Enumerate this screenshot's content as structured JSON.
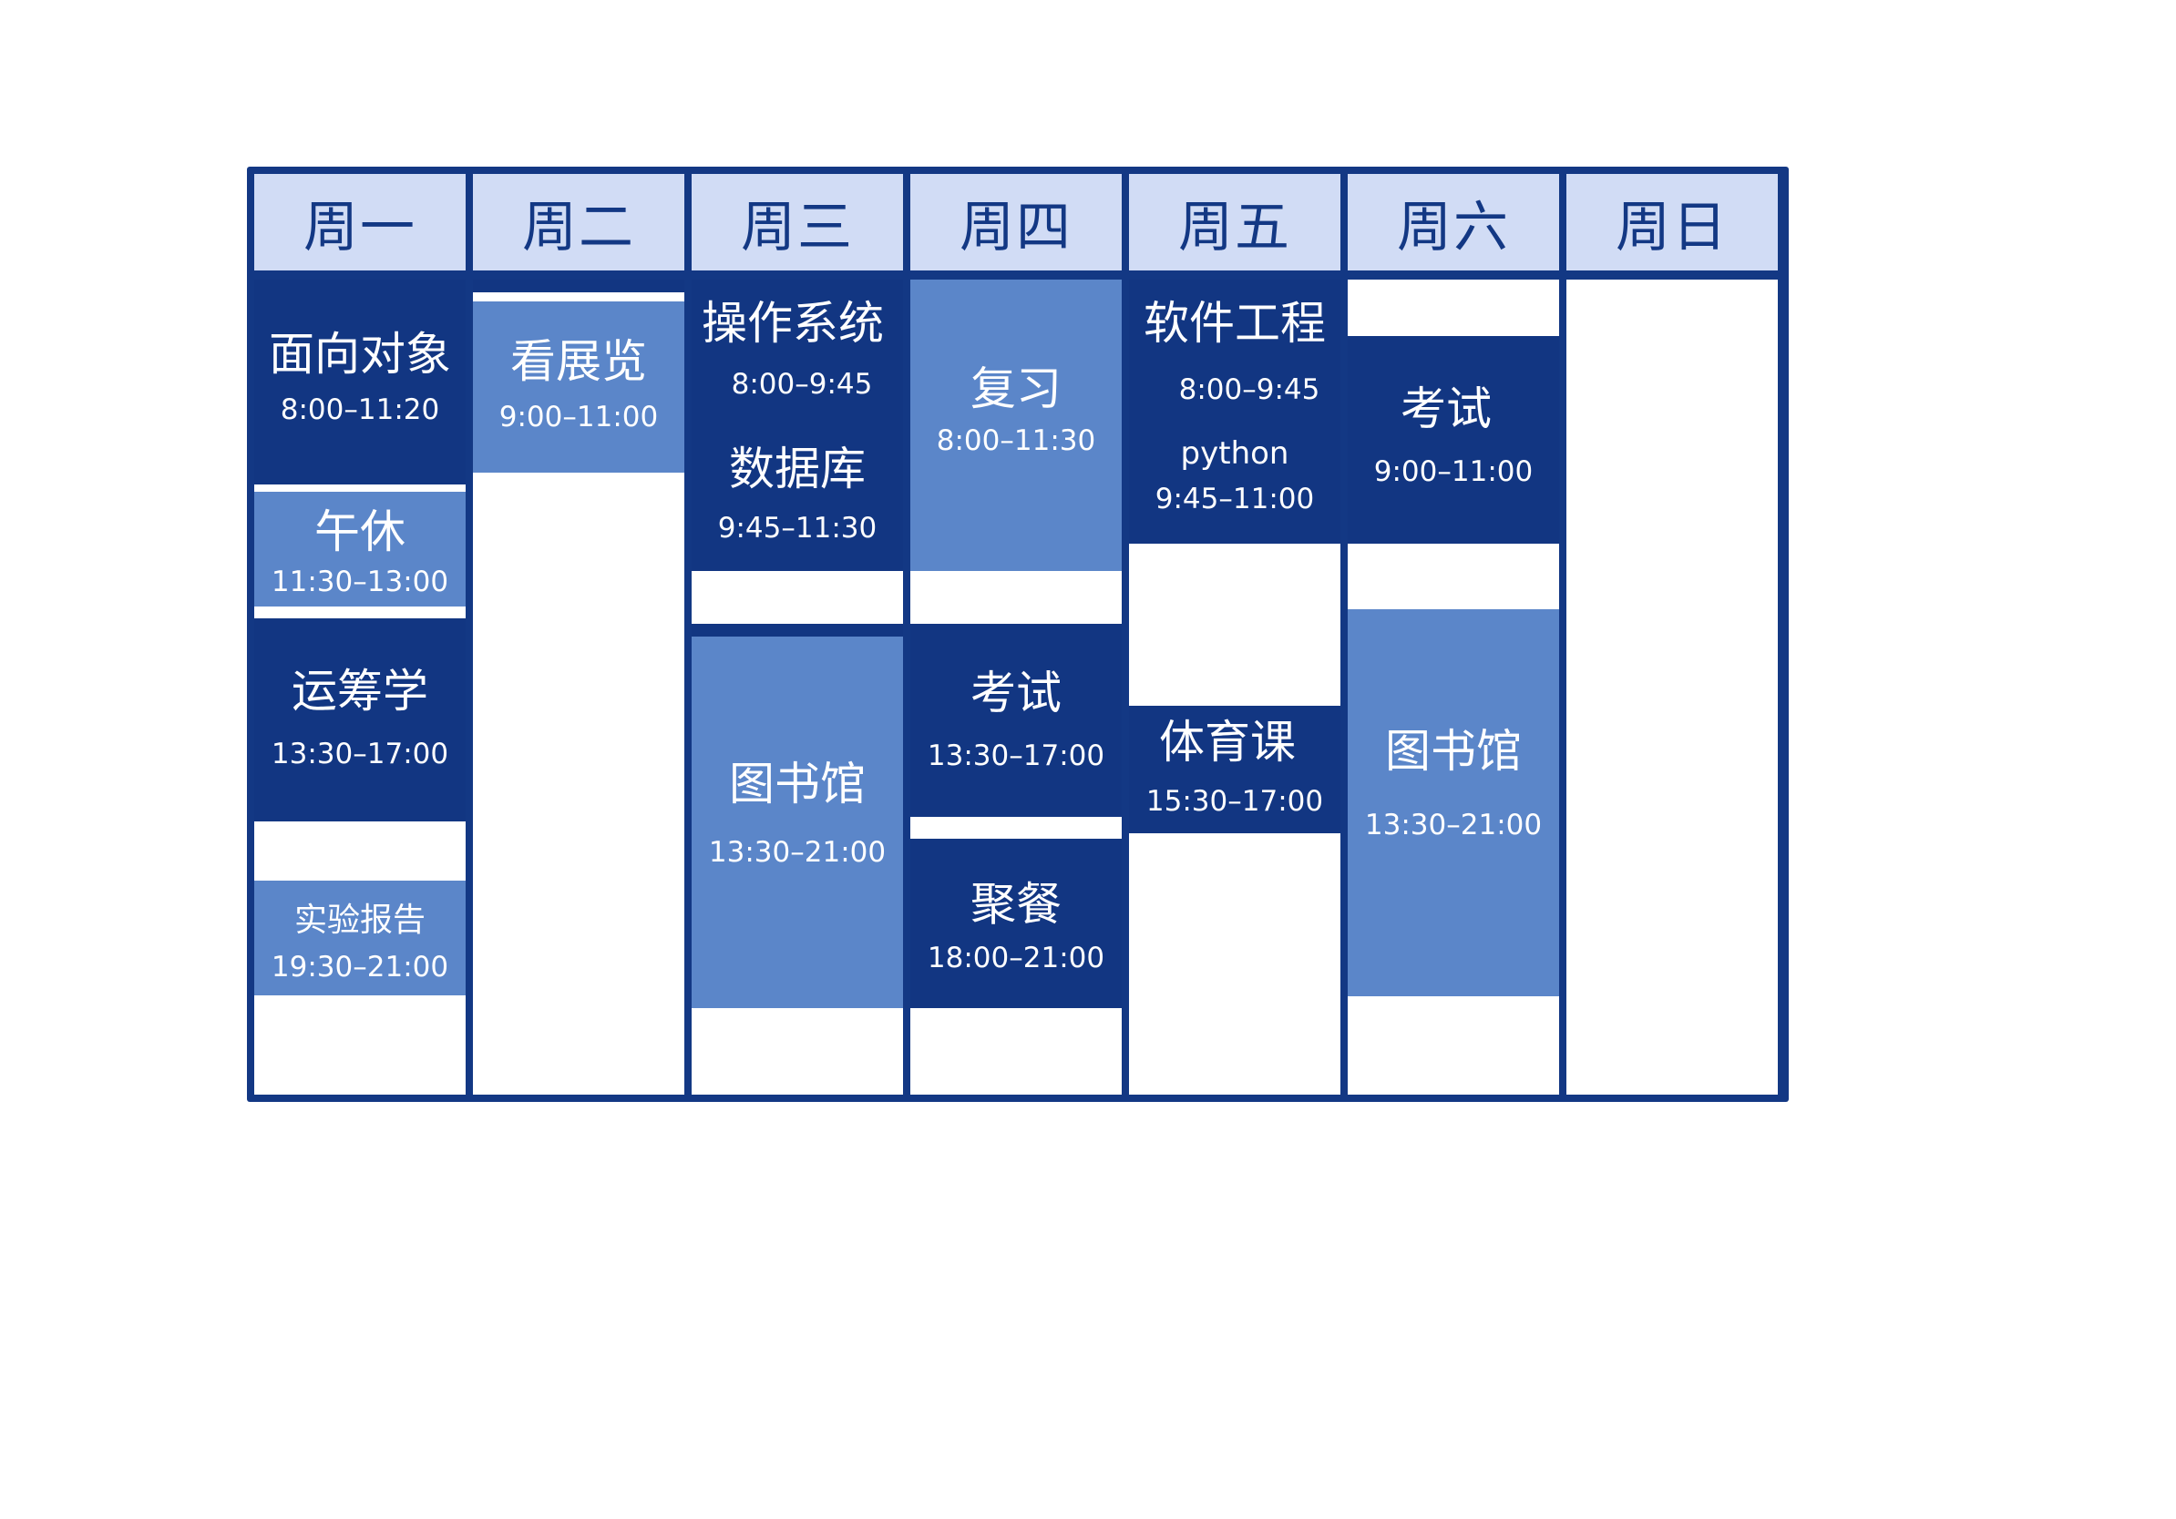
{
  "days": [
    "周一",
    "周二",
    "周三",
    "周四",
    "周五",
    "周六",
    "周日"
  ],
  "schedule": {
    "mon": [
      {
        "title": "面向对象",
        "time": "8:00–11:20"
      },
      {
        "title": "午休",
        "time": "11:30–13:00"
      },
      {
        "title": "运筹学",
        "time": "13:30–17:00"
      },
      {
        "title": "实验报告",
        "time": "19:30–21:00"
      }
    ],
    "tue": [
      {
        "title": "看展览",
        "time": "9:00–11:00"
      }
    ],
    "wed": [
      {
        "title": "操作系统",
        "time": "8:00–9:45"
      },
      {
        "title": "数据库",
        "time": "9:45–11:30"
      },
      {
        "title": "图书馆",
        "time": "13:30–21:00"
      }
    ],
    "thu": [
      {
        "title": "复习",
        "time": "8:00–11:30"
      },
      {
        "title": "考试",
        "time": "13:30–17:00"
      },
      {
        "title": "聚餐",
        "time": "18:00–21:00"
      }
    ],
    "fri": [
      {
        "title": "软件工程",
        "time": "8:00–9:45"
      },
      {
        "title": "python",
        "time": "9:45–11:00"
      },
      {
        "title": "体育课",
        "time": "15:30–17:00"
      }
    ],
    "sat": [
      {
        "title": "考试",
        "time": "9:00–11:00"
      },
      {
        "title": "图书馆",
        "time": "13:30–21:00"
      }
    ]
  }
}
